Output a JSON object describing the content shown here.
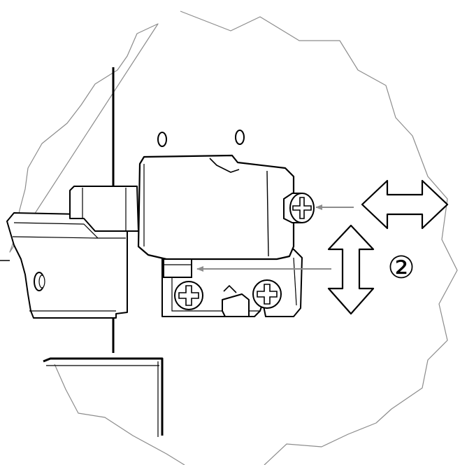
{
  "step": {
    "label": "②"
  },
  "colors": {
    "line": "#000000",
    "cloud": "#8c8c8c",
    "indicator_arrow": "#8c8c8c",
    "background": "#ffffff"
  },
  "icons": {
    "horizontal_arrow": "double-headed-arrow-horizontal",
    "vertical_arrow": "double-headed-arrow-vertical",
    "screw": "phillips-screw-head"
  }
}
